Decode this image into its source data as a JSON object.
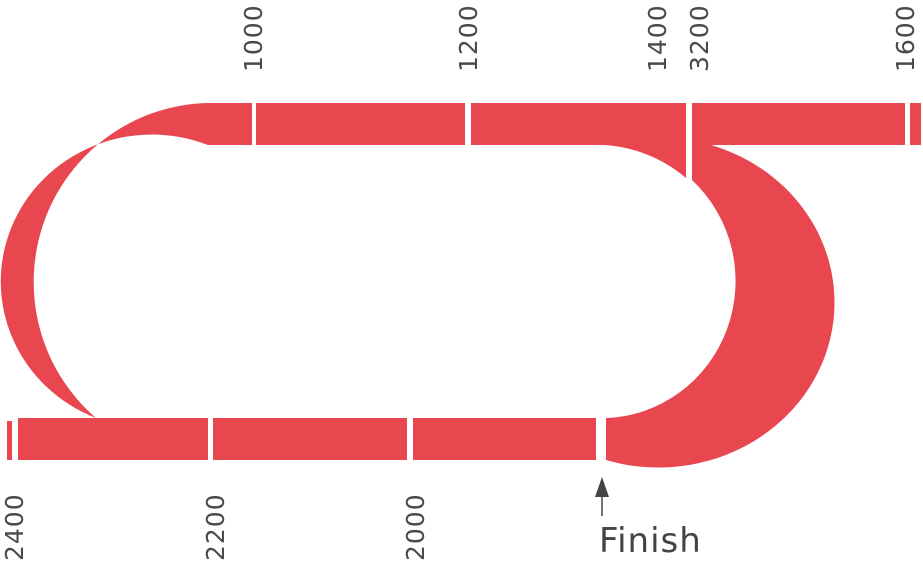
{
  "diagram": {
    "title": "",
    "track_color": "#e8474f",
    "gap_color": "#ffffff",
    "label_color": "#4a4a4a",
    "arrow_color": "#444444"
  },
  "top_markers": [
    {
      "label": "1000"
    },
    {
      "label": "1200"
    },
    {
      "label": "1400"
    },
    {
      "label": "3200"
    },
    {
      "label": "1600"
    }
  ],
  "bottom_markers": [
    {
      "label": "2400"
    },
    {
      "label": "2200"
    },
    {
      "label": "2000"
    }
  ],
  "finish": {
    "label": "Finish",
    "icon": "up-arrow-icon"
  }
}
